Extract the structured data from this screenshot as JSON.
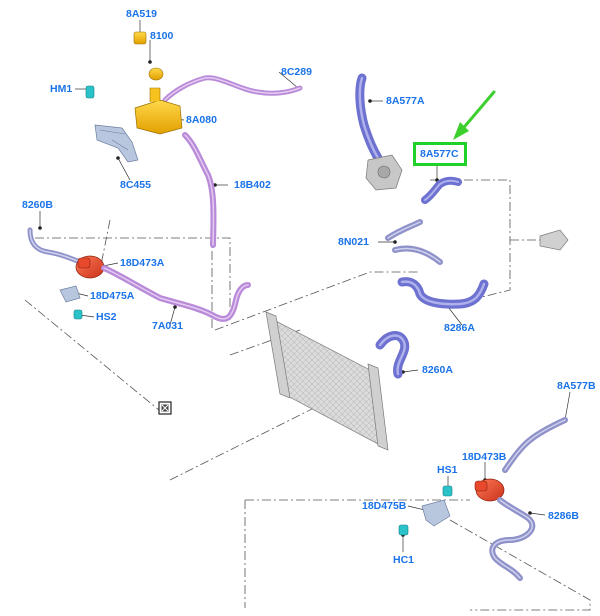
{
  "labels": {
    "l8A519": "8A519",
    "l8100": "8100",
    "l8C289": "8C289",
    "lHM1": "HM1",
    "l8A080": "8A080",
    "l8C455": "8C455",
    "l18B402": "18B402",
    "l8260B": "8260B",
    "l18D473A": "18D473A",
    "l18D475A": "18D475A",
    "lHS2": "HS2",
    "l7A031": "7A031",
    "l8A577A": "8A577A",
    "l8A577C": "8A577C",
    "l8N021": "8N021",
    "l8286A": "8286A",
    "l8260A": "8260A",
    "l8A577B": "8A577B",
    "l18D473B": "18D473B",
    "lHS1": "HS1",
    "l18D475B": "18D475B",
    "l8286B": "8286B",
    "lHC1": "HC1"
  },
  "highlight": {
    "part": "8A577C",
    "box_color": "#1fd12a",
    "arrow_color": "#3ccf2e"
  },
  "colors": {
    "label": "#1a73e8",
    "hose": "#7b7fd6",
    "hose_purple": "#b88ad8",
    "reservoir": "#f2b300",
    "pump": "#e8482c",
    "sensor": "#2bc3c9",
    "bracket": "#9aaed0",
    "radiator": "#c9c9c9"
  },
  "icons": {
    "boxed_x": "boxed-x-icon"
  }
}
